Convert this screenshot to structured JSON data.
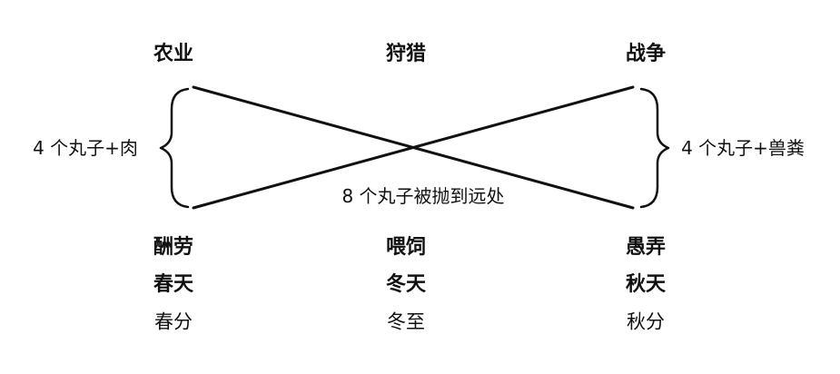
{
  "top_labels": {
    "left": "农业",
    "center": "狩猎",
    "right": "战争"
  },
  "side_labels": {
    "left": "4 个丸子+肉",
    "right": "4 个丸子+兽粪"
  },
  "center_caption": "8 个丸子被抛到远处",
  "columns": {
    "left": [
      "酬劳",
      "春天",
      "春分"
    ],
    "center": [
      "喂饲",
      "冬天",
      "冬至"
    ],
    "right": [
      "愚弄",
      "秋天",
      "秋分"
    ]
  }
}
